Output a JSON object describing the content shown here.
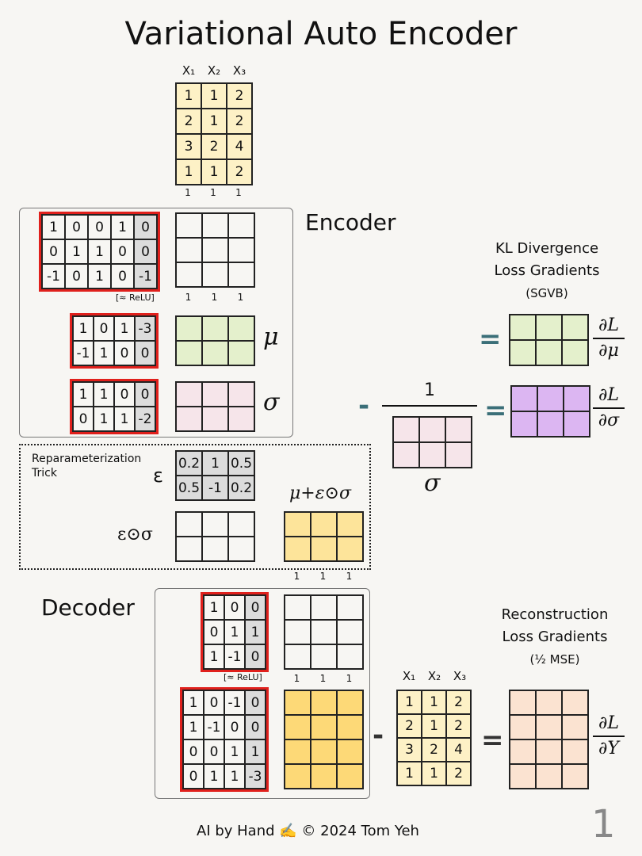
{
  "title": "Variational Auto Encoder",
  "labels": {
    "encoder": "Encoder",
    "decoder": "Decoder",
    "mu": "μ",
    "sigma": "σ",
    "kl_line1": "KL Divergence",
    "kl_line2": "Loss Gradients",
    "kl_line3": "(SGVB)",
    "recon_line1": "Reconstruction",
    "recon_line2": "Loss Gradients",
    "recon_line3": "(½ MSE)",
    "reparam_line1": "Reparameterization",
    "reparam_line2": "Trick",
    "epsilon": "ε",
    "eps_sigma": "ε⊙σ",
    "mu_plus": "μ+ε⊙σ",
    "relu": "[≈ ReLU]",
    "one": "1",
    "minus": "-",
    "equals": "=",
    "dL": "∂L",
    "dmu": "∂μ",
    "dsigma": "∂σ",
    "dY": "∂Y"
  },
  "x_headers": [
    "X₁",
    "X₂",
    "X₃"
  ],
  "ones_row": [
    "1",
    "1",
    "1"
  ],
  "input_matrix": [
    [
      "1",
      "1",
      "2"
    ],
    [
      "2",
      "1",
      "2"
    ],
    [
      "3",
      "2",
      "4"
    ],
    [
      "1",
      "1",
      "2"
    ]
  ],
  "encoder_weights": [
    [
      "1",
      "0",
      "0",
      "1",
      "0"
    ],
    [
      "0",
      "1",
      "1",
      "0",
      "0"
    ],
    [
      "-1",
      "0",
      "1",
      "0",
      "-1"
    ]
  ],
  "mu_weights": [
    [
      "1",
      "0",
      "1",
      "-3"
    ],
    [
      "-1",
      "1",
      "0",
      "0"
    ]
  ],
  "sigma_weights": [
    [
      "1",
      "1",
      "0",
      "0"
    ],
    [
      "0",
      "1",
      "1",
      "-2"
    ]
  ],
  "epsilon_matrix": [
    [
      "0.2",
      "1",
      "0.5"
    ],
    [
      "0.5",
      "-1",
      "0.2"
    ]
  ],
  "decoder_weights1": [
    [
      "1",
      "0",
      "0"
    ],
    [
      "0",
      "1",
      "1"
    ],
    [
      "1",
      "-1",
      "0"
    ]
  ],
  "decoder_weights2": [
    [
      "1",
      "0",
      "-1",
      "0"
    ],
    [
      "1",
      "-1",
      "0",
      "0"
    ],
    [
      "0",
      "0",
      "1",
      "1"
    ],
    [
      "0",
      "1",
      "1",
      "-3"
    ]
  ],
  "footer": {
    "credit": "AI by Hand ✍️  ©  2024 Tom Yeh",
    "page": "1"
  },
  "colors": {
    "red_border": "#e0201c",
    "cream": "#fdf1c6",
    "green": "#e4f0cc",
    "pink": "#f6e5ea",
    "purple": "#dcb6f2",
    "yellow": "#fde49a",
    "gold": "#fdd977",
    "peach": "#fbe3d1"
  }
}
